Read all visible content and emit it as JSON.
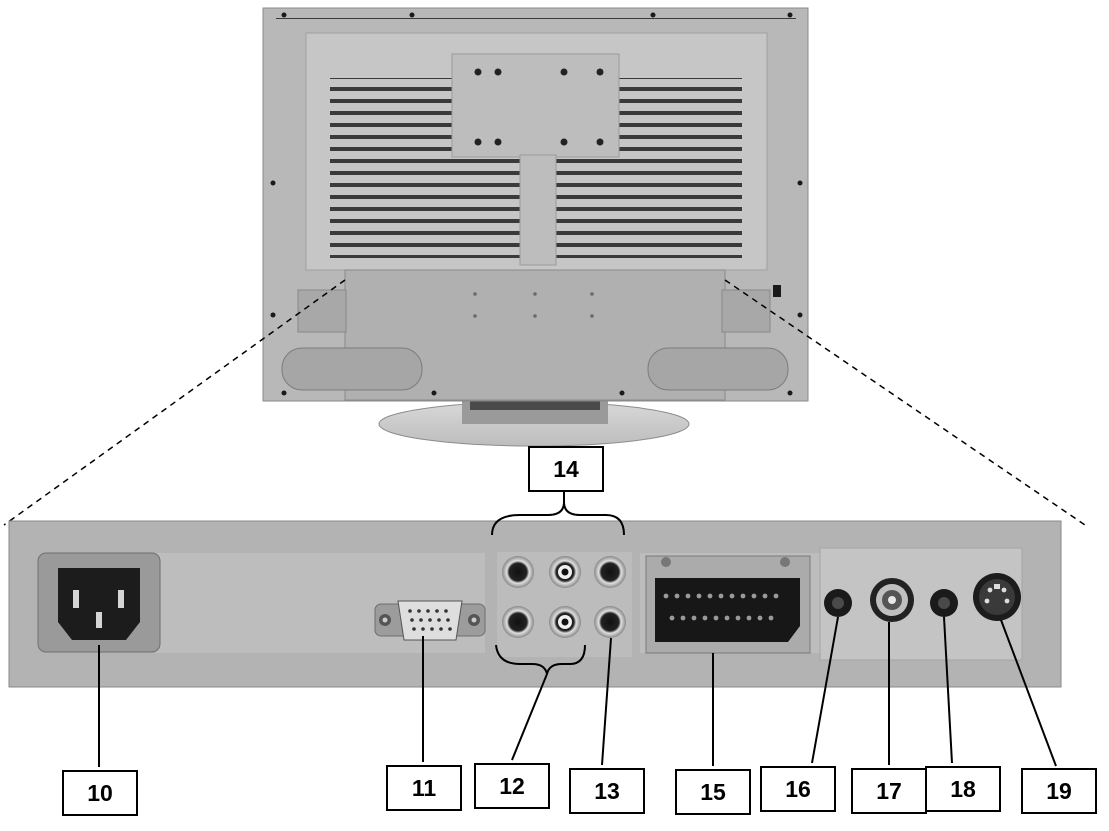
{
  "callouts": [
    {
      "id": "10",
      "label": "10"
    },
    {
      "id": "11",
      "label": "11"
    },
    {
      "id": "12",
      "label": "12"
    },
    {
      "id": "13",
      "label": "13"
    },
    {
      "id": "14",
      "label": "14"
    },
    {
      "id": "15",
      "label": "15"
    },
    {
      "id": "16",
      "label": "16"
    },
    {
      "id": "17",
      "label": "17"
    },
    {
      "id": "18",
      "label": "18"
    },
    {
      "id": "19",
      "label": "19"
    }
  ],
  "icons": {
    "monitor": "tv-rear-view-icon",
    "power_socket": "power-inlet-icon",
    "vga": "vga-connector-icon",
    "rca": "rca-jack-icon",
    "scart": "scart-connector-icon",
    "audio": "audio-jack-icon",
    "antenna": "antenna-coax-icon",
    "svideo": "s-video-icon"
  },
  "colors": {
    "panel": "#c9c9c9",
    "panel_dark": "#a9a9a9",
    "connector": "#1c1c1c",
    "line": "#000000"
  }
}
